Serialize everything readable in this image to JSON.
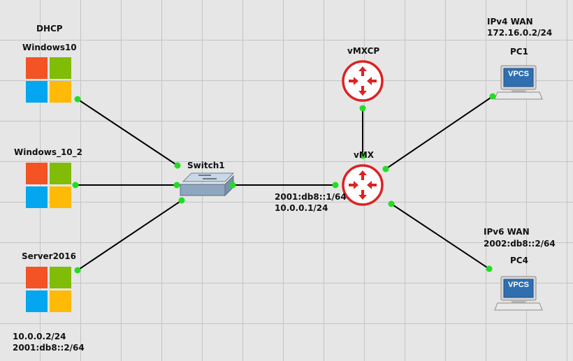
{
  "topology": {
    "nodes": {
      "win10": {
        "name": "Windows10",
        "note": "DHCP",
        "icon": "windows-icon"
      },
      "win10_2": {
        "name": "Windows_10_2",
        "icon": "windows-icon"
      },
      "server": {
        "name": "Server2016",
        "icon": "windows-icon",
        "ipv4": "10.0.0.2/24",
        "ipv6": "2001:db8::2/64"
      },
      "switch": {
        "name": "Switch1",
        "icon": "switch-icon"
      },
      "vmxcp": {
        "name": "vMXCP",
        "icon": "router-icon"
      },
      "vmx": {
        "name": "vMX",
        "icon": "router-icon",
        "ipv6": "2001:db8::1/64",
        "ipv4": "10.0.0.1/24"
      },
      "pc1": {
        "name": "PC1",
        "wan_label": "IPv4 WAN",
        "wan_addr": "172.16.0.2/24",
        "icon": "vpcs-icon",
        "screen_text": "VPCS"
      },
      "pc4": {
        "name": "PC4",
        "wan_label": "IPv6 WAN",
        "wan_addr": "2002:db8::2/64",
        "icon": "vpcs-icon",
        "screen_text": "VPCS"
      }
    },
    "colors": {
      "background": "#e6e6e6",
      "grid": "#c4c4c4",
      "link": "#000000",
      "port_up": "#22dd22",
      "router": "#dd2222",
      "win_red": "#f35325",
      "win_green": "#81bc06",
      "win_blue": "#05a6f0",
      "win_yellow": "#ffba08",
      "vpcs_blue": "#2f6fb0"
    }
  }
}
